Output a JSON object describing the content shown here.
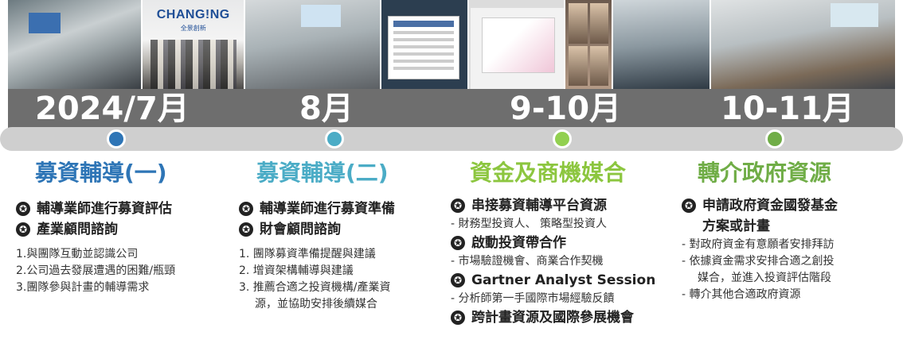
{
  "photo_brand": {
    "name": "CHANG!NG",
    "sub": "全景創新"
  },
  "phases": [
    {
      "date": "2024/7月",
      "dot_color": "#2e75b6",
      "title": "募資輔導(一)",
      "title_color": "#2e75b6",
      "bullets": [
        "輔導業師進行募資評估",
        "產業顧問諮詢"
      ],
      "items": [
        "1.與團隊互動並認識公司",
        "2.公司過去發展遭遇的困難/瓶頸",
        "3.團隊參與計畫的輔導需求"
      ]
    },
    {
      "date": "8月",
      "dot_color": "#4bacc6",
      "title": "募資輔導(二)",
      "title_color": "#4bacc6",
      "bullets": [
        "輔導業師進行募資準備",
        "財會顧問諮詢"
      ],
      "items": [
        "1. 團隊募資準備提醒與建議",
        "2. 增資架構輔導與建議",
        "3. 推薦合適之投資機構/產業資",
        "源，並協助安排後續媒合"
      ]
    },
    {
      "date": "9-10月",
      "dot_color": "#92d050",
      "title": "資金及商機媒合",
      "title_color": "#8cc63f",
      "groups": [
        {
          "bullet": "串接募資輔導平台資源",
          "subs": [
            "- 財務型投資人、 策略型投資人"
          ]
        },
        {
          "bullet": "啟動投資帶合作",
          "subs": [
            "- 市場驗證機會、商業合作契機"
          ]
        },
        {
          "bullet": "Gartner Analyst Session",
          "subs": [
            "- 分析師第一手國際市場經驗反饋"
          ]
        },
        {
          "bullet": "跨計畫資源及國際參展機會",
          "subs": []
        }
      ]
    },
    {
      "date": "10-11月",
      "dot_color": "#70ad47",
      "title": "轉介政府資源",
      "title_color": "#70ad47",
      "bullet_lines": [
        "申請政府資金國發基金",
        "方案或計畫"
      ],
      "subs": [
        "- 對政府資金有意願者安排拜訪",
        "- 依據資金需求安排合適之創投",
        "媒合，並進入投資評估階段",
        "- 轉介其他合適政府資源"
      ]
    }
  ]
}
